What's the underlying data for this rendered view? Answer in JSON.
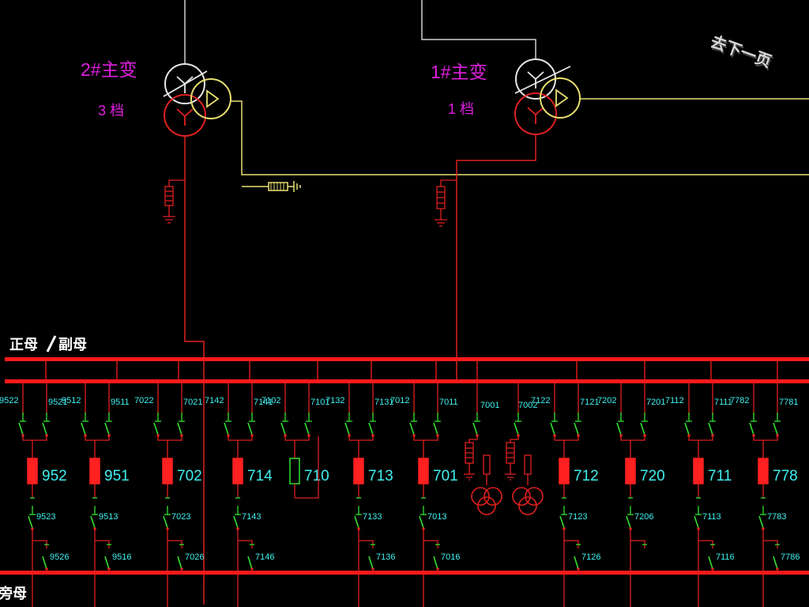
{
  "transformers": [
    {
      "name": "2#主变",
      "tap": "3 档"
    },
    {
      "name": "1#主变",
      "tap": "1 档"
    }
  ],
  "nav": {
    "next_page_label": "去下一页"
  },
  "buses": {
    "main_label": "正母",
    "sub_label": "副母",
    "bypass_label": "旁母"
  },
  "feeders": [
    {
      "breaker": "952",
      "left_top": "9522",
      "right_top": "9521",
      "mid": "9523",
      "low": "9526"
    },
    {
      "breaker": "951",
      "left_top": "9512",
      "right_top": "9511",
      "mid": "9513",
      "low": "9516"
    },
    {
      "breaker": "702",
      "left_top": "7022",
      "right_top": "7021",
      "mid": "7023",
      "low": "7026"
    },
    {
      "breaker": "714",
      "left_top": "7142",
      "right_top": "7141",
      "mid": "7143",
      "low": "7146"
    },
    {
      "breaker": "710",
      "left_top": "7102",
      "right_top": "7101",
      "mid": "",
      "low": ""
    },
    {
      "breaker": "713",
      "left_top": "7132",
      "right_top": "7131",
      "mid": "7133",
      "low": "7136"
    },
    {
      "breaker": "701",
      "left_top": "7012",
      "right_top": "7011",
      "mid": "7013",
      "low": "7016"
    },
    {
      "breaker": "712",
      "left_top": "7122",
      "right_top": "7121",
      "mid": "7123",
      "low": "7126"
    },
    {
      "breaker": "720",
      "left_top": "7202",
      "right_top": "7201",
      "mid": "7206",
      "low": ""
    },
    {
      "breaker": "711",
      "left_top": "7112",
      "right_top": "7111",
      "mid": "7113",
      "low": "7116"
    },
    {
      "breaker": "778",
      "left_top": "7782",
      "right_top": "7781",
      "mid": "7783",
      "low": "7786"
    }
  ],
  "pt_labels": [
    "7001",
    "7002"
  ],
  "colors": {
    "background": "#000000",
    "bus": "#ff1a1a",
    "line_red": "#e02020",
    "line_yellow": "#e8e070",
    "switch_green": "#30e030",
    "label_cyan": "#40f0f0",
    "label_magenta": "#e020e0",
    "label_white": "#ffffff"
  }
}
